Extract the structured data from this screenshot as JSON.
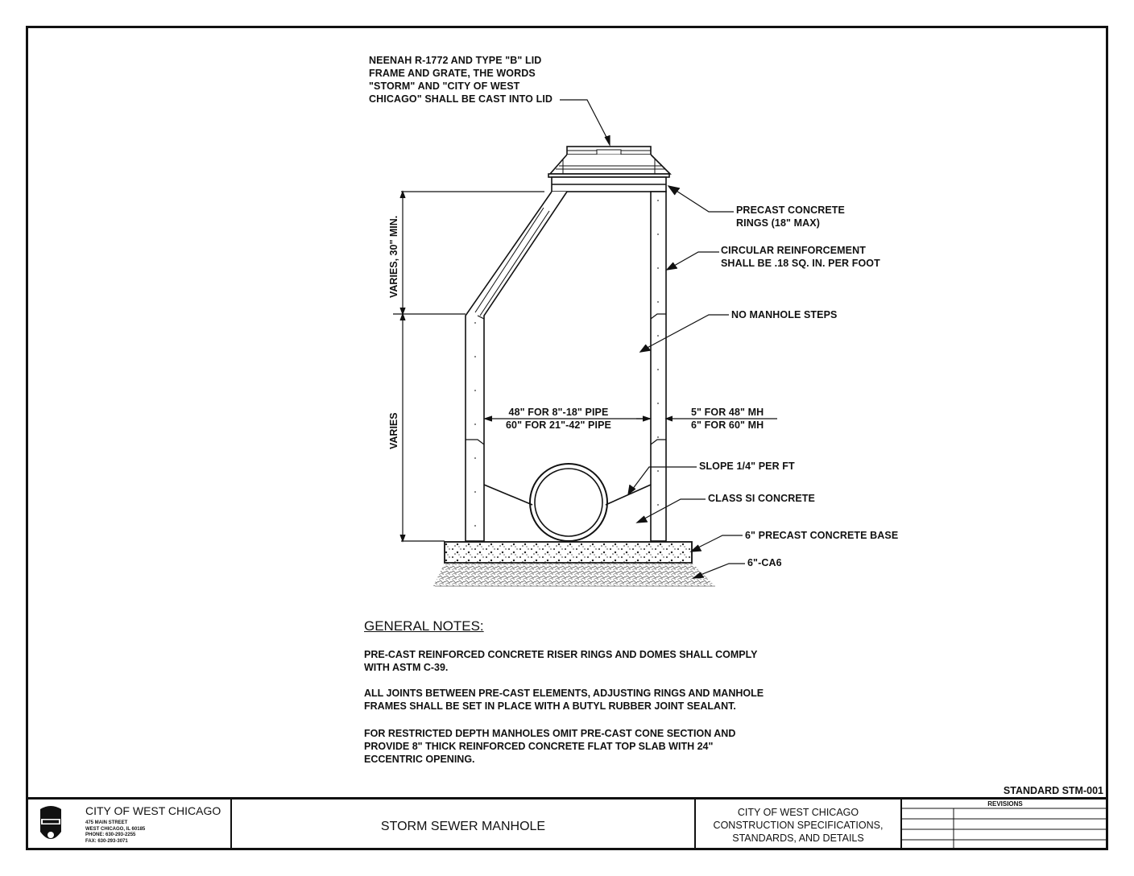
{
  "callouts": {
    "frame_grate": "NEENAH R-1772 AND TYPE \"B\" LID\nFRAME AND GRATE, THE WORDS\n\"STORM\" AND \"CITY OF WEST\nCHICAGO\" SHALL BE CAST INTO LID",
    "precast_rings": "PRECAST CONCRETE\nRINGS (18\" MAX)",
    "reinforcement": "CIRCULAR REINFORCEMENT\nSHALL BE .18 SQ. IN. PER FOOT",
    "no_steps": "NO MANHOLE STEPS",
    "diameter": "48\" FOR 8\"-18\" PIPE\n60\" FOR 21\"-42\" PIPE",
    "wall_thickness": "5\" FOR 48\" MH\n6\" FOR 60\" MH",
    "slope": "SLOPE 1/4\" PER FT",
    "concrete": "CLASS SI CONCRETE",
    "base": "6\" PRECAST CONCRETE BASE",
    "ca6": "6\"-CA6",
    "dim_top": "VARIES, 30\" MIN.",
    "dim_bottom": "VARIES"
  },
  "notes": {
    "title": "GENERAL NOTES:",
    "items": [
      "PRE-CAST REINFORCED CONCRETE RISER RINGS AND DOMES SHALL COMPLY\nWITH ASTM C-39.",
      "ALL JOINTS BETWEEN PRE-CAST ELEMENTS, ADJUSTING RINGS AND MANHOLE\nFRAMES SHALL BE SET IN PLACE WITH A BUTYL RUBBER JOINT SEALANT.",
      "FOR RESTRICTED DEPTH MANHOLES OMIT PRE-CAST CONE SECTION AND\nPROVIDE 8\" THICK REINFORCED CONCRETE FLAT TOP SLAB WITH 24\"\nECCENTRIC OPENING."
    ]
  },
  "standard_number": "STANDARD STM-001",
  "title_block": {
    "city": "CITY OF WEST CHICAGO",
    "address": "475 MAIN STREET\nWEST CHICAGO, IL 60185\nPHONE: 630-293-2255\nFAX: 630-293-3071",
    "drawing_title": "STORM SEWER MANHOLE",
    "spec_title": "CITY OF WEST CHICAGO\nCONSTRUCTION SPECIFICATIONS,\nSTANDARDS, AND DETAILS",
    "revisions_label": "REVISIONS"
  },
  "colors": {
    "ink": "#111111",
    "concrete_fill": "#f4f4f4",
    "gravel": "#555555"
  }
}
